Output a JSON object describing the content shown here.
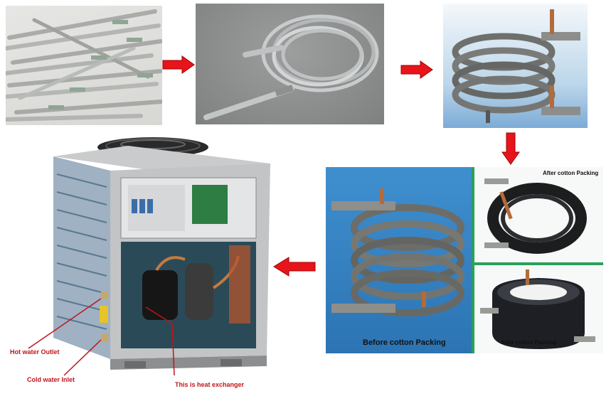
{
  "captions": {
    "after_top": "After cotton Packing",
    "after_bottom": "After cotton Packing",
    "before": "Before cotton Packing",
    "hot_outlet": "Hot water Outlet",
    "cold_inlet": "Cold water Inlet",
    "heat_exchanger": "This is heat exchanger"
  },
  "colors": {
    "arrow_fill": "#e8141c",
    "arrow_stroke": "#a00000",
    "panel_bg": "#2f7fc0",
    "divider": "#2aa05a",
    "label_red": "#c0141a"
  }
}
